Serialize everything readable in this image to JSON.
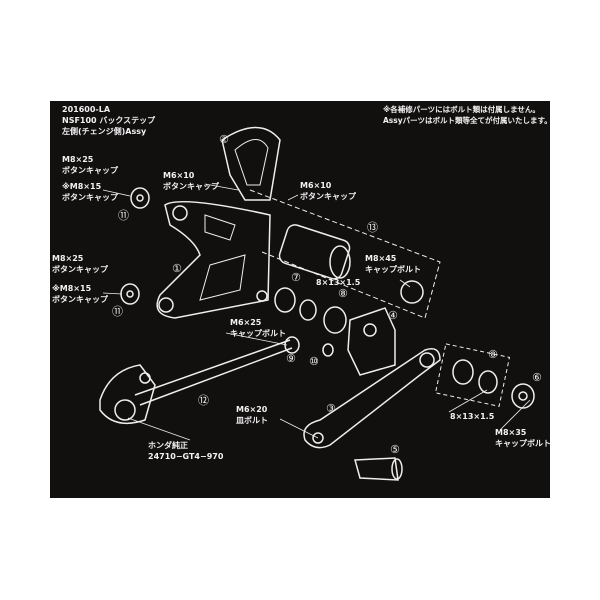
{
  "title": {
    "line1": "201600-LA",
    "line2": "NSF100 バックステップ",
    "line3": "左側(チェンジ側)Assy"
  },
  "note": {
    "line1": "※各補修パーツにはボルト類は付属しません。",
    "line2": "Assyパーツはボルト類等全てが付属いたします。"
  },
  "labels": [
    {
      "a": "M8×25",
      "b": "ボタンキャップ"
    },
    {
      "a": "※M8×15",
      "b": "ボタンキャップ"
    },
    {
      "a": "M6×10",
      "b": "ボタンキャップ"
    },
    {
      "a": "M6×10",
      "b": "ボタンキャップ"
    },
    {
      "a": "M8×25",
      "b": "ボタンキャップ"
    },
    {
      "a": "※M8×15",
      "b": "ボタンキャップ"
    },
    {
      "a": "M8×45",
      "b": "キャップボルト"
    },
    {
      "a": "8×13×1.5"
    },
    {
      "a": "M6×25",
      "b": "キャップボルト"
    },
    {
      "a": "M6×20",
      "b": "皿ボルト"
    },
    {
      "a": "ホンダ純正",
      "b": "24710−GT4−970"
    },
    {
      "a": "8×13×1.5"
    },
    {
      "a": "M8×35",
      "b": "キャップボルト"
    }
  ],
  "parts": [
    "②",
    "⑪",
    "⑬",
    "①",
    "⑦",
    "⑧",
    "⑪",
    "④",
    "⑨",
    "⑩",
    "⑫",
    "③",
    "⑧",
    "⑥",
    "⑤"
  ],
  "colors": {
    "background": "#120f0f",
    "line": "#f2f2f2"
  }
}
